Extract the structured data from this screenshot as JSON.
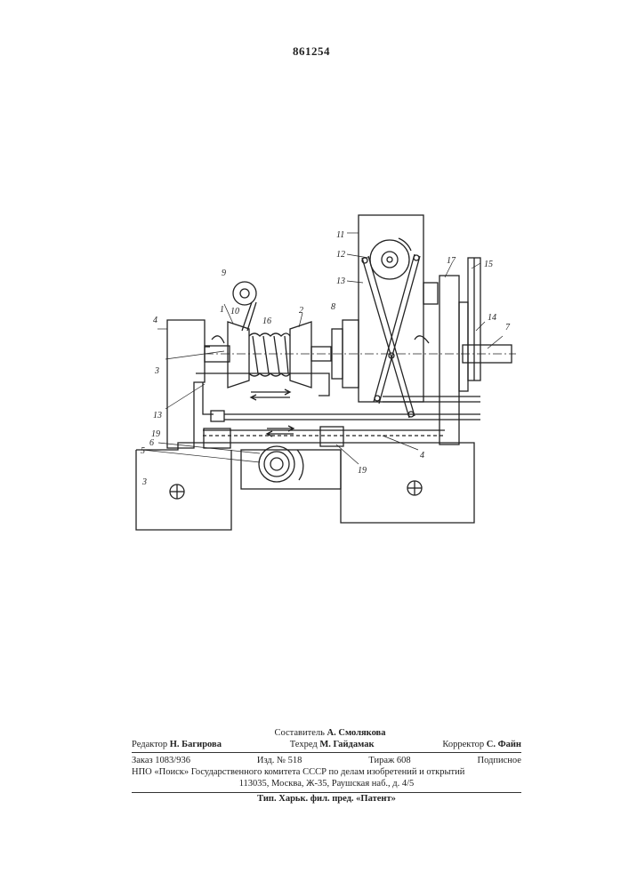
{
  "header": {
    "patent_number": "861254"
  },
  "drawing": {
    "labels": {
      "l1": "1",
      "l2": "2",
      "l3": "3",
      "l4a": "4",
      "l4b": "4",
      "l5": "5",
      "l6": "6",
      "l7": "7",
      "l8": "8",
      "l9": "9",
      "l10": "10",
      "l11": "11",
      "l12": "12",
      "l13a": "13",
      "l13b": "13",
      "l14": "14",
      "l15": "15",
      "l16": "16",
      "l17": "17",
      "l19a": "19",
      "l19b": "19",
      "l3b": "3"
    }
  },
  "footer": {
    "compiler_role": "Составитель",
    "compiler_name": "А. Смолякова",
    "editor_role": "Редактор",
    "editor_name": "Н. Багирова",
    "techred_role": "Техред",
    "techred_name": "М. Гайдамак",
    "corrector_role": "Корректор",
    "corrector_name": "С. Файн",
    "order": "Заказ 1083/936",
    "izd": "Изд. № 518",
    "tirazh": "Тираж 608",
    "podpisnoe": "Подписное",
    "npo_line": "НПО «Поиск» Государственного комитета СССР по делам изобретений и открытий",
    "address": "113035, Москва, Ж-35, Раушская наб., д. 4/5",
    "printer": "Тип. Харьк. фил. пред. «Патент»"
  }
}
